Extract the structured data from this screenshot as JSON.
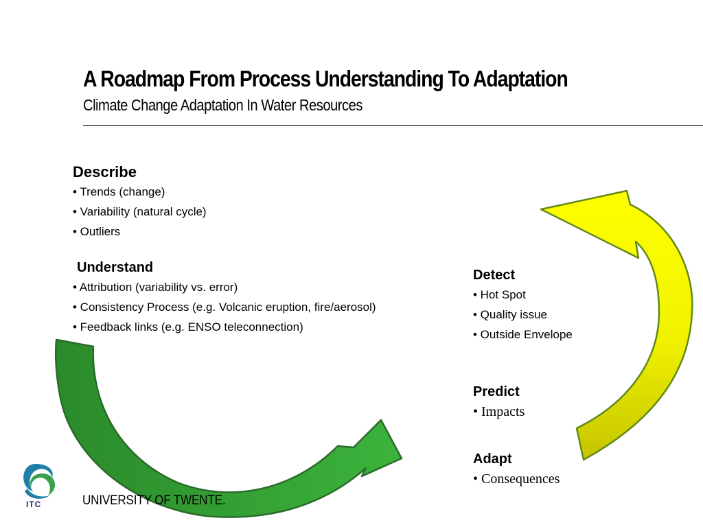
{
  "header": {
    "title": "A Roadmap From Process Understanding To Adaptation",
    "subtitle": "Climate Change Adaptation In Water Resources"
  },
  "describe": {
    "heading": "Describe",
    "items": [
      "• Trends (change)",
      "• Variability (natural cycle)",
      "• Outliers"
    ]
  },
  "understand": {
    "heading": "Understand",
    "items": [
      "• Attribution (variability vs. error)",
      "• Consistency Process (e.g. Volcanic eruption, fire/aerosol)",
      "• Feedback links (e.g. ENSO teleconnection)"
    ]
  },
  "detect": {
    "heading": "Detect",
    "items": [
      "• Hot Spot",
      "• Quality issue",
      "• Outside Envelope"
    ]
  },
  "predict": {
    "heading": "Predict",
    "items": [
      "• Impacts"
    ]
  },
  "adapt": {
    "heading": "Adapt",
    "items": [
      "• Consequences"
    ]
  },
  "footer": {
    "logo_label": "ITC",
    "university": "UNIVERSITY OF TWENTE."
  },
  "colors": {
    "green_arrow": "#2e9e2e",
    "green_outline": "#2a7a2a",
    "yellow_top": "#ffff00",
    "yellow_bottom": "#c8c800",
    "yellow_outline": "#6a8a1a",
    "logo_blue": "#1f7fa8",
    "logo_green": "#3aa04a"
  }
}
